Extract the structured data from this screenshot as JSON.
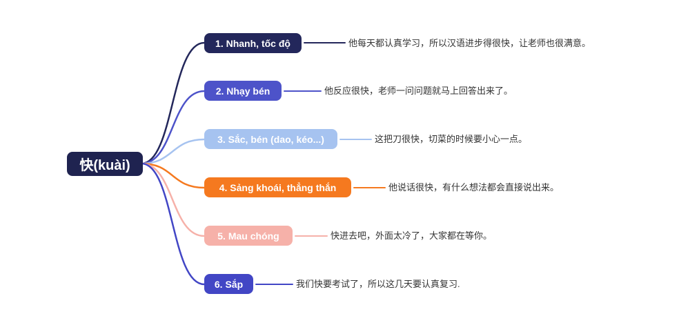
{
  "root": {
    "label": "快(kuài)",
    "color": "#1f2350"
  },
  "branches": [
    {
      "label": "1. Nhanh, tốc độ",
      "sentence": "他每天都认真学习，所以汉语进步得很快，让老师也很满意。",
      "color": "#23275b"
    },
    {
      "label": "2. Nhạy bén",
      "sentence": "他反应很快，老师一问问题就马上回答出来了。",
      "color": "#4d53c9"
    },
    {
      "label": "3. Sắc, bén (dao, kéo...)",
      "sentence": "这把刀很快，切菜的时候要小心一点。",
      "color": "#a6c3f0"
    },
    {
      "label": "4. Sảng khoái, thẳng thắn",
      "sentence": "他说话很快，有什么想法都会直接说出来。",
      "color": "#f5791f"
    },
    {
      "label": "5. Mau chóng",
      "sentence": "快进去吧，外面太冷了，大家都在等你。",
      "color": "#f6b1a9"
    },
    {
      "label": "6. Sắp",
      "sentence": "我们快要考试了，所以这几天要认真复习.",
      "color": "#4246c5"
    }
  ]
}
